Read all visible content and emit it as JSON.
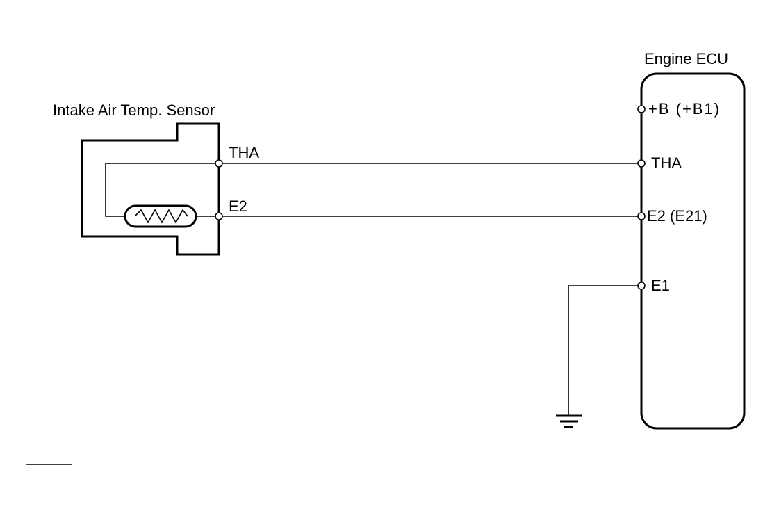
{
  "sensor": {
    "title": "Intake Air Temp. Sensor",
    "pin_tha": "THA",
    "pin_e2": "E2"
  },
  "ecu": {
    "title": "Engine ECU",
    "pin_b": "+B (+B1)",
    "pin_tha": "THA",
    "pin_e2": "E2 (E21)",
    "pin_e1": "E1"
  }
}
